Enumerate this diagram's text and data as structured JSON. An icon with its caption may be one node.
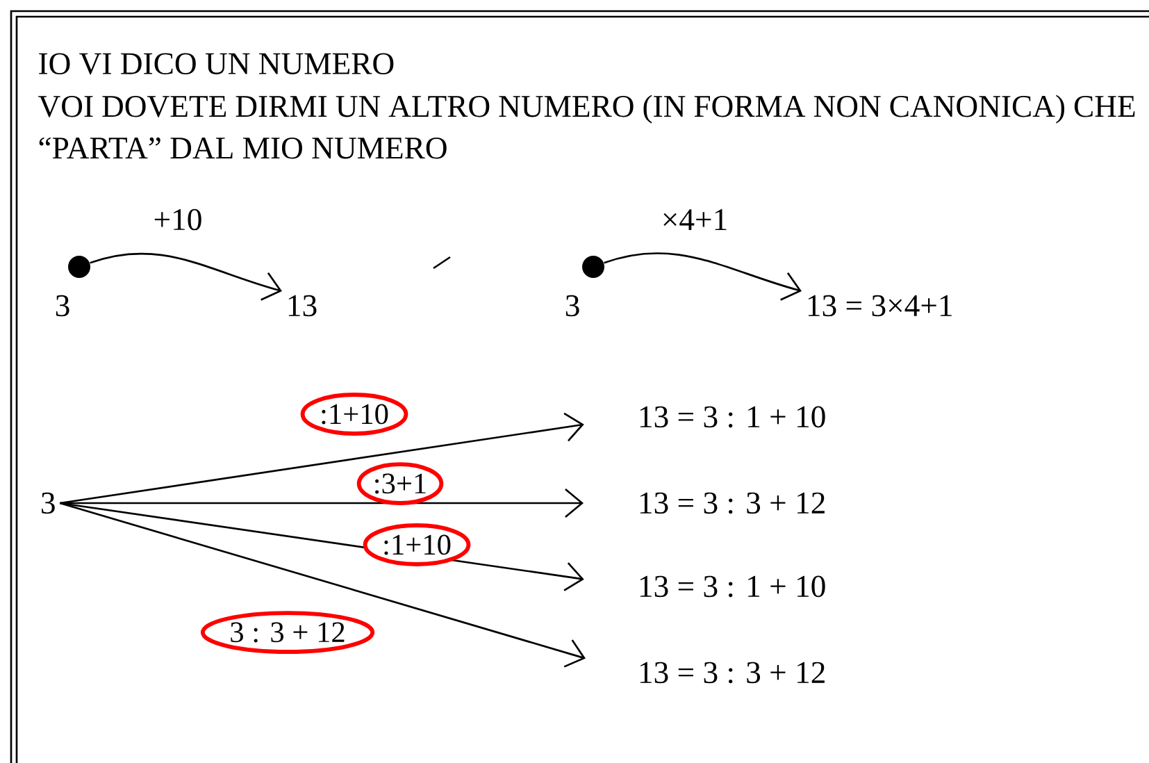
{
  "diagram": {
    "nodes": [
      {
        "text": [],
        "shape": "circle",
        "beside": [
          "3"
        ]
      },
      {
        "text": [
          "13"
        ]
      },
      {
        "text": [],
        "shape": "circle",
        "beside": [
          "3"
        ]
      },
      {
        "text": [
          "13 = 3×4+1"
        ]
      },
      {
        "text": [
          "3"
        ]
      },
      {
        "text": [
          "13 = 3 : 1 + 10"
        ]
      },
      {
        "text": [
          "13 = 3 : 3 + 12"
        ]
      },
      {
        "text": [
          "13 = 3 : 1 + 10"
        ]
      },
      {
        "text": [
          "13 = 3 : 3 + 12"
        ]
      }
    ],
    "edges": [
      {
        "from": 0,
        "to": 1,
        "arrow": "to",
        "label": "+10"
      },
      {
        "from": 2,
        "to": 3,
        "arrow": "to",
        "label": "×4+1"
      },
      {
        "from": 4,
        "to": 5,
        "arrow": "to",
        "label": ":1+10"
      },
      {
        "from": 4,
        "to": 6,
        "arrow": "to",
        "label": ":3+1"
      },
      {
        "from": 4,
        "to": 7,
        "arrow": "to",
        "label": ":1+10"
      },
      {
        "from": 4,
        "to": 8,
        "arrow": "to",
        "label": "3 : 3 + 12"
      }
    ],
    "labels": [
      "IO VI DICO UN NUMERO",
      "VOI DOVETE DIRMI UN ALTRO NUMERO (IN FORMA NON CANONICA) CHE “PARTA” DAL MIO NUMERO"
    ]
  }
}
